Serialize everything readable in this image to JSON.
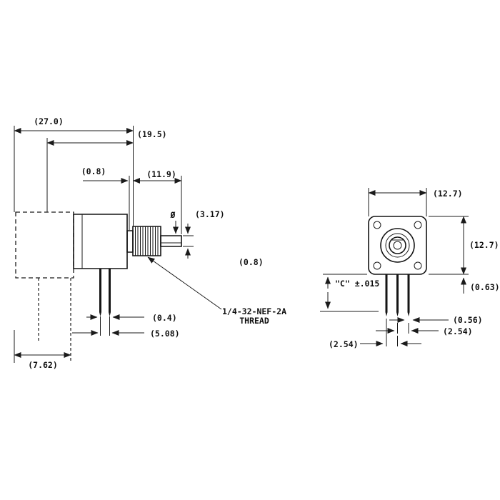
{
  "drawing": {
    "background": "#ffffff",
    "line_color": "#1b1b1b",
    "side_view": {
      "dims": {
        "overall_length": "(27.0)",
        "body_length": "(19.5)",
        "step": "(0.8)",
        "bushing_shaft_length": "(11.9)",
        "diameter_symbol": "Ø",
        "shaft_diameter": "(3.17)",
        "shaft_flat": "(0.8)",
        "leg_width": "(0.4)",
        "leg_spacing": "(5.08)",
        "rear_leg_spacing": "(7.62)"
      },
      "thread_note": {
        "line1": "1/4-32-NEF-2A",
        "line2": "THREAD"
      }
    },
    "front_view": {
      "dims": {
        "body_width": "(12.7)",
        "body_height": "(12.7)",
        "pin_offset": "(0.63)",
        "c_dimension": "\"C\" ±.015",
        "pin_width": "(0.56)",
        "pin_pitch_right": "(2.54)",
        "pin_pitch_left": "(2.54)"
      }
    }
  }
}
